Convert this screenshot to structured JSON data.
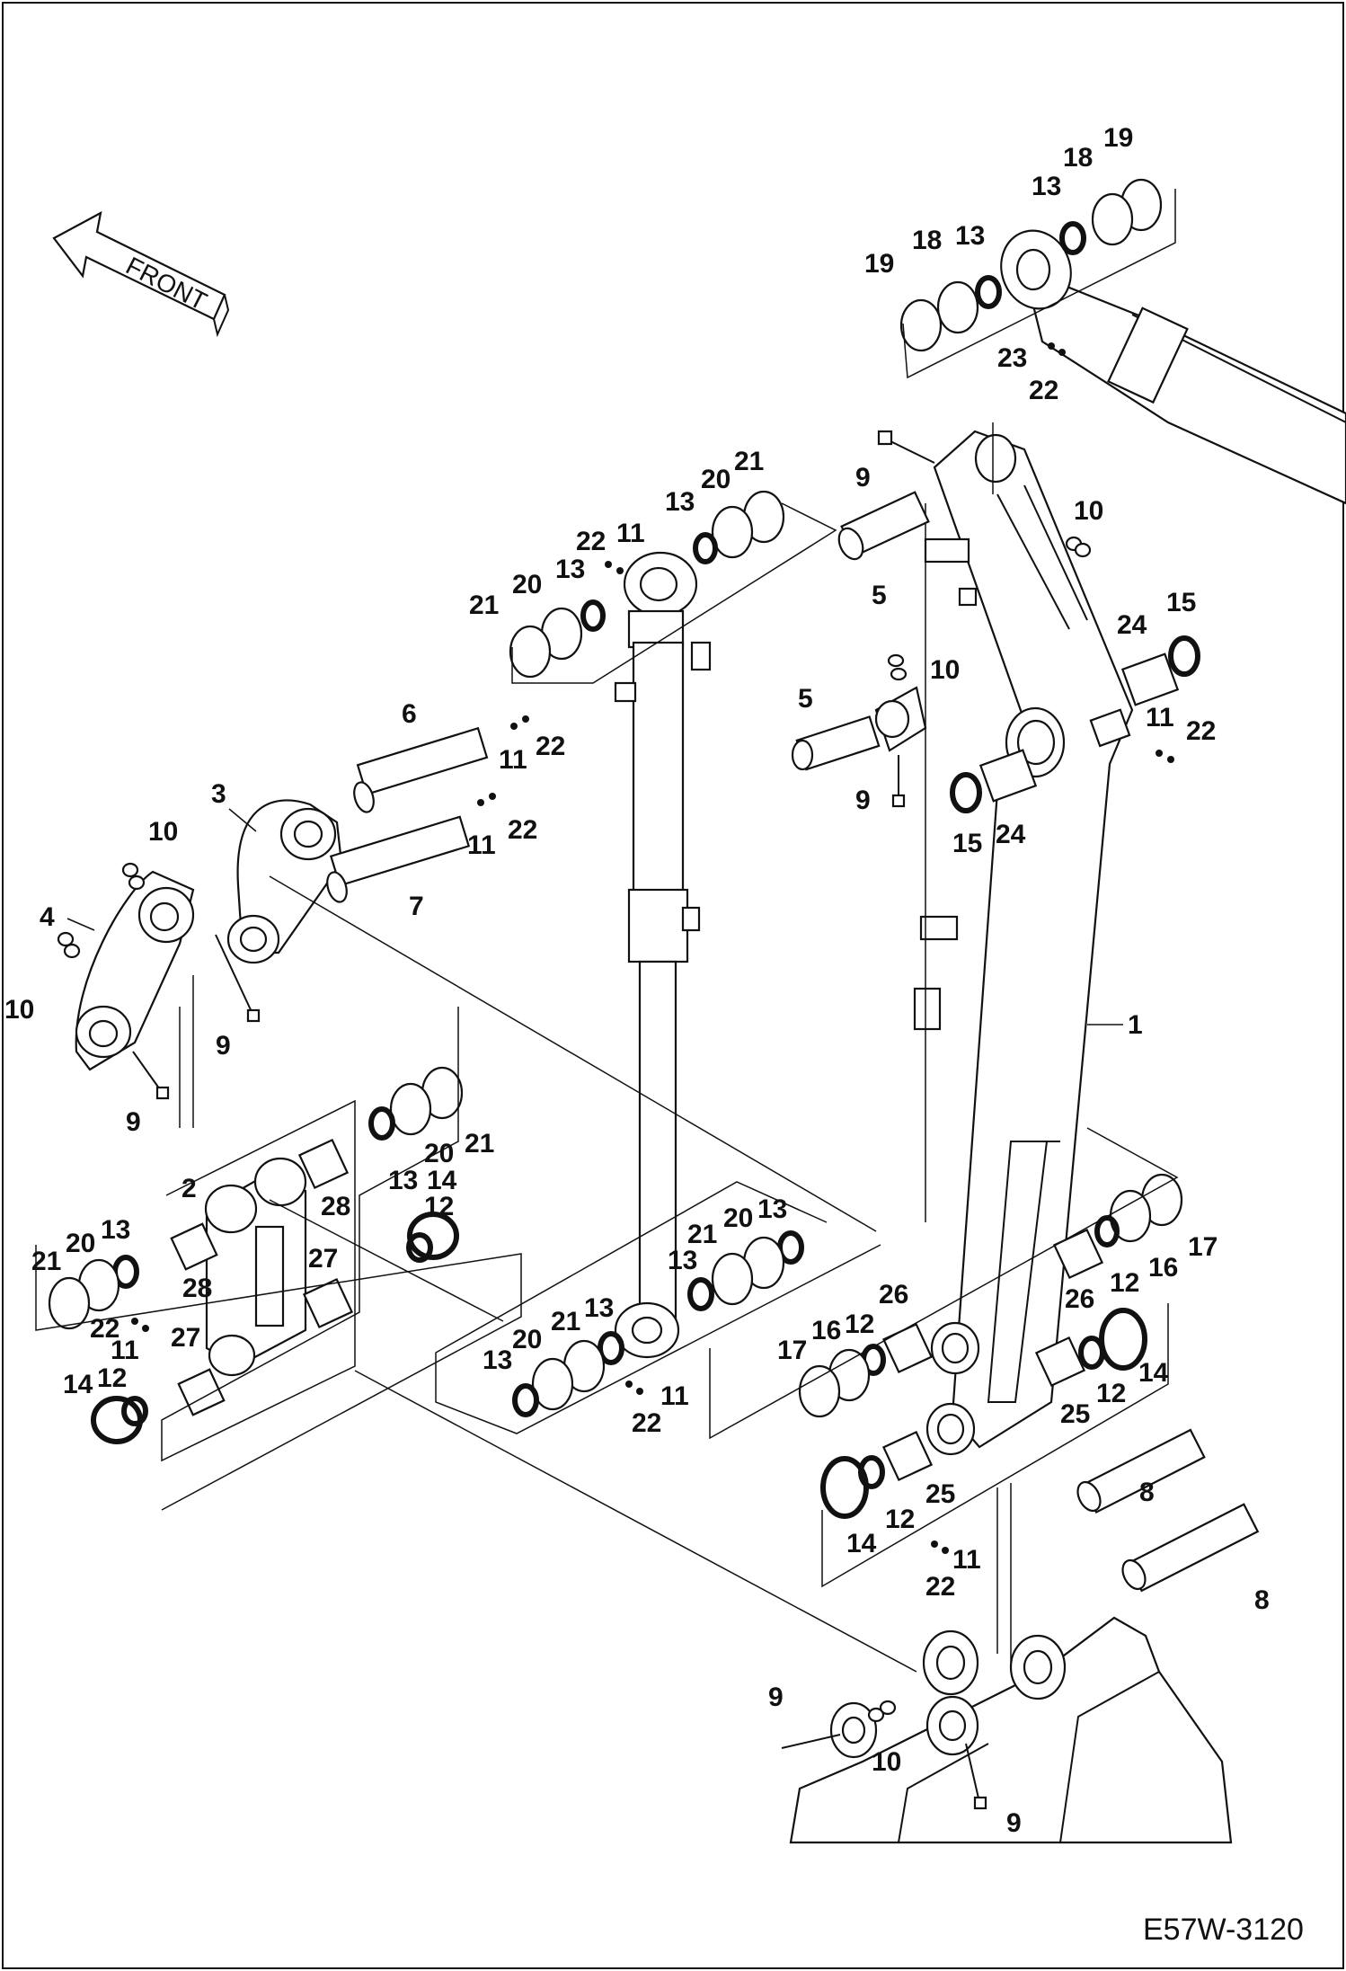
{
  "front_label": "FRONT",
  "drawing_code": "E57W-3120",
  "part_labels": [
    "1",
    "2",
    "3",
    "4",
    "5",
    "6",
    "7",
    "8",
    "9",
    "10",
    "11",
    "12",
    "13",
    "14",
    "15",
    "16",
    "17",
    "18",
    "19",
    "20",
    "21",
    "22",
    "23",
    "24",
    "25",
    "26",
    "27",
    "28"
  ],
  "callouts": {
    "c1": "1",
    "c2": "2",
    "c3": "3",
    "c4": "4",
    "c5a": "5",
    "c5b": "5",
    "c6": "6",
    "c7": "7",
    "c8a": "8",
    "c8b": "8",
    "c9a": "9",
    "c9b": "9",
    "c9c": "9",
    "c9d": "9",
    "c9e": "9",
    "c9f": "9",
    "c10a": "10",
    "c10b": "10",
    "c10c": "10",
    "c10d": "10",
    "c10e": "10",
    "c11a": "11",
    "c11b": "11",
    "c11c": "11",
    "c11d": "11",
    "c11e": "11",
    "c11f": "11",
    "c11g": "11",
    "c12a": "12",
    "c12b": "12",
    "c12c": "12",
    "c12d": "12",
    "c12e": "12",
    "c12f": "12",
    "c13a": "13",
    "c13b": "13",
    "c13c": "13",
    "c13d": "13",
    "c13e": "13",
    "c13f": "13",
    "c13g": "13",
    "c13h": "13",
    "c13i": "13",
    "c13j": "13",
    "c14a": "14",
    "c14b": "14",
    "c14c": "14",
    "c14d": "14",
    "c15a": "15",
    "c15b": "15",
    "c16a": "16",
    "c16b": "16",
    "c17a": "17",
    "c17b": "17",
    "c18a": "18",
    "c18b": "18",
    "c19a": "19",
    "c19b": "19",
    "c20a": "20",
    "c20b": "20",
    "c20c": "20",
    "c20d": "20",
    "c20e": "20",
    "c21a": "21",
    "c21b": "21",
    "c21c": "21",
    "c21d": "21",
    "c21e": "21",
    "c21f": "21",
    "c22a": "22",
    "c22b": "22",
    "c22c": "22",
    "c22d": "22",
    "c22e": "22",
    "c22f": "22",
    "c22g": "22",
    "c22h": "22",
    "c23": "23",
    "c24a": "24",
    "c24b": "24",
    "c25a": "25",
    "c25b": "25",
    "c26a": "26",
    "c26b": "26",
    "c27a": "27",
    "c27b": "27",
    "c28a": "28",
    "c28b": "28"
  }
}
